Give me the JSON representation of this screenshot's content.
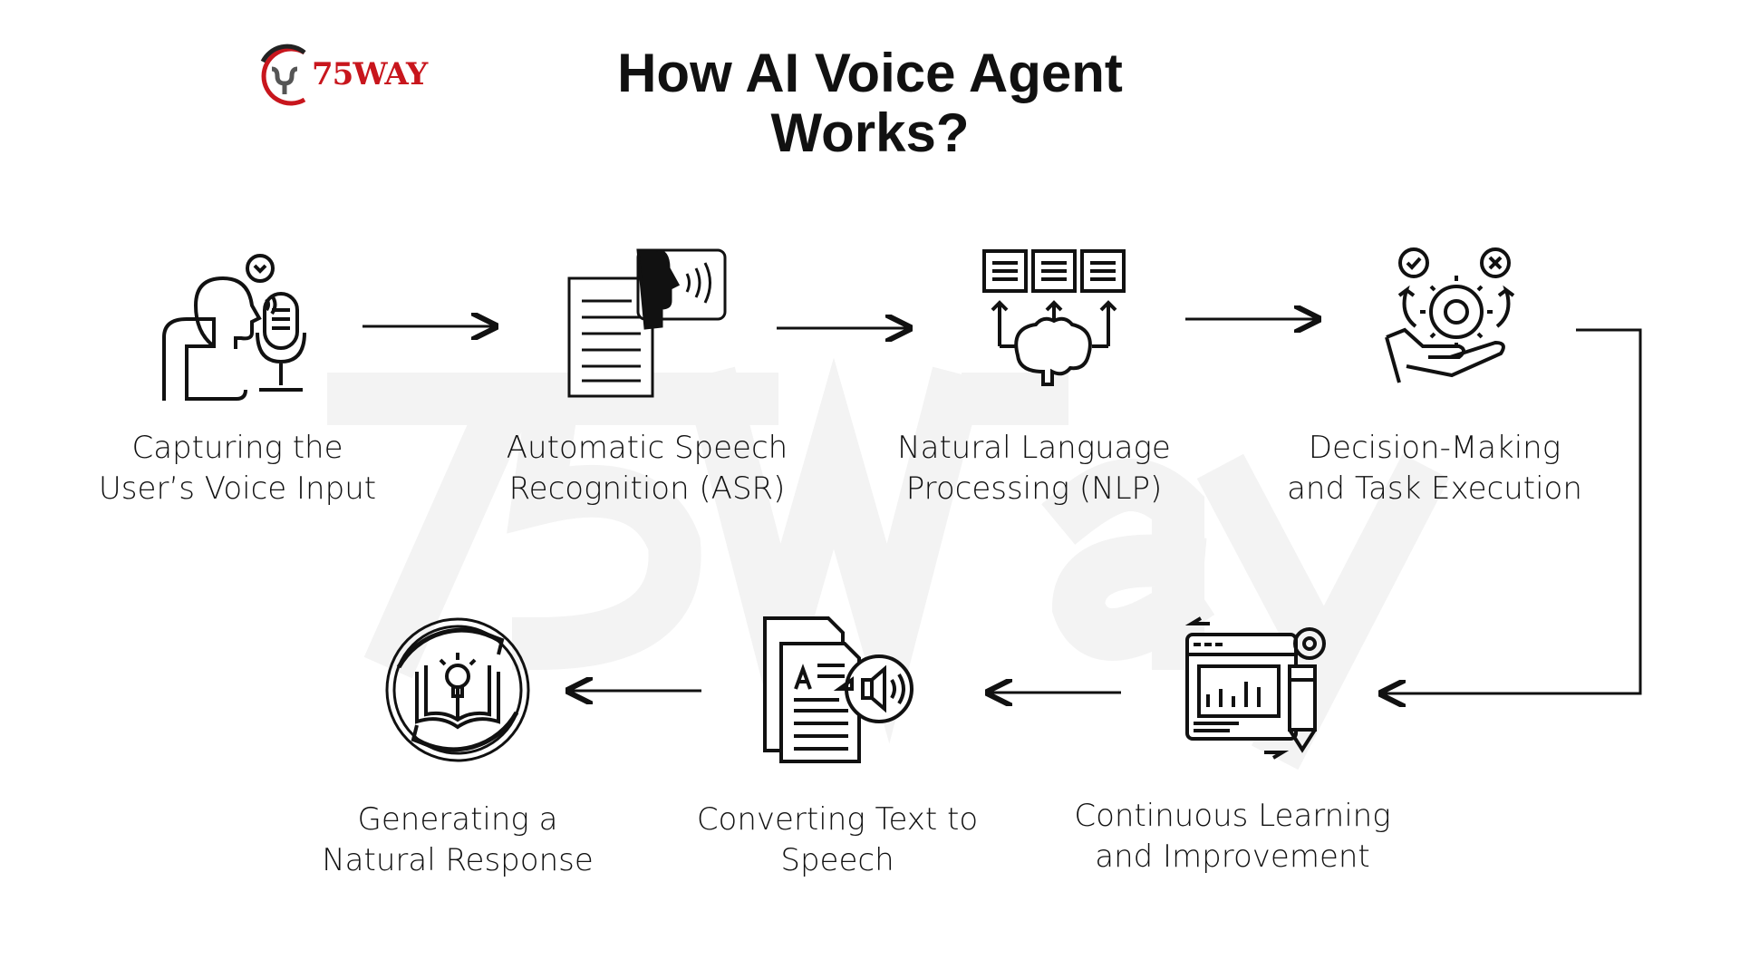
{
  "header": {
    "title_line1": "How AI Voice Agent",
    "title_line2": "Works?",
    "logo_text": "75WAY",
    "watermark": "75Way"
  },
  "steps": [
    {
      "label_line1": "Capturing the",
      "label_line2": "User’s Voice Input",
      "icon": "person-speaking-microphone-icon"
    },
    {
      "label_line1": "Automatic Speech",
      "label_line2": "Recognition (ASR)",
      "icon": "document-voice-icon"
    },
    {
      "label_line1": "Natural Language",
      "label_line2": "Processing (NLP)",
      "icon": "brain-documents-icon"
    },
    {
      "label_line1": "Decision-Making",
      "label_line2": "and Task Execution",
      "icon": "hand-gear-icon"
    },
    {
      "label_line1": "Continuous Learning",
      "label_line2": "and Improvement",
      "icon": "analytics-dashboard-icon"
    },
    {
      "label_line1": "Converting Text to",
      "label_line2": "Speech",
      "icon": "text-to-speech-icon"
    },
    {
      "label_line1": "Generating a",
      "label_line2": "Natural Response",
      "icon": "book-lightbulb-cycle-icon"
    }
  ],
  "colors": {
    "brand_red": "#c8161d",
    "ink": "#111111",
    "watermark": "#f3f3f3"
  }
}
